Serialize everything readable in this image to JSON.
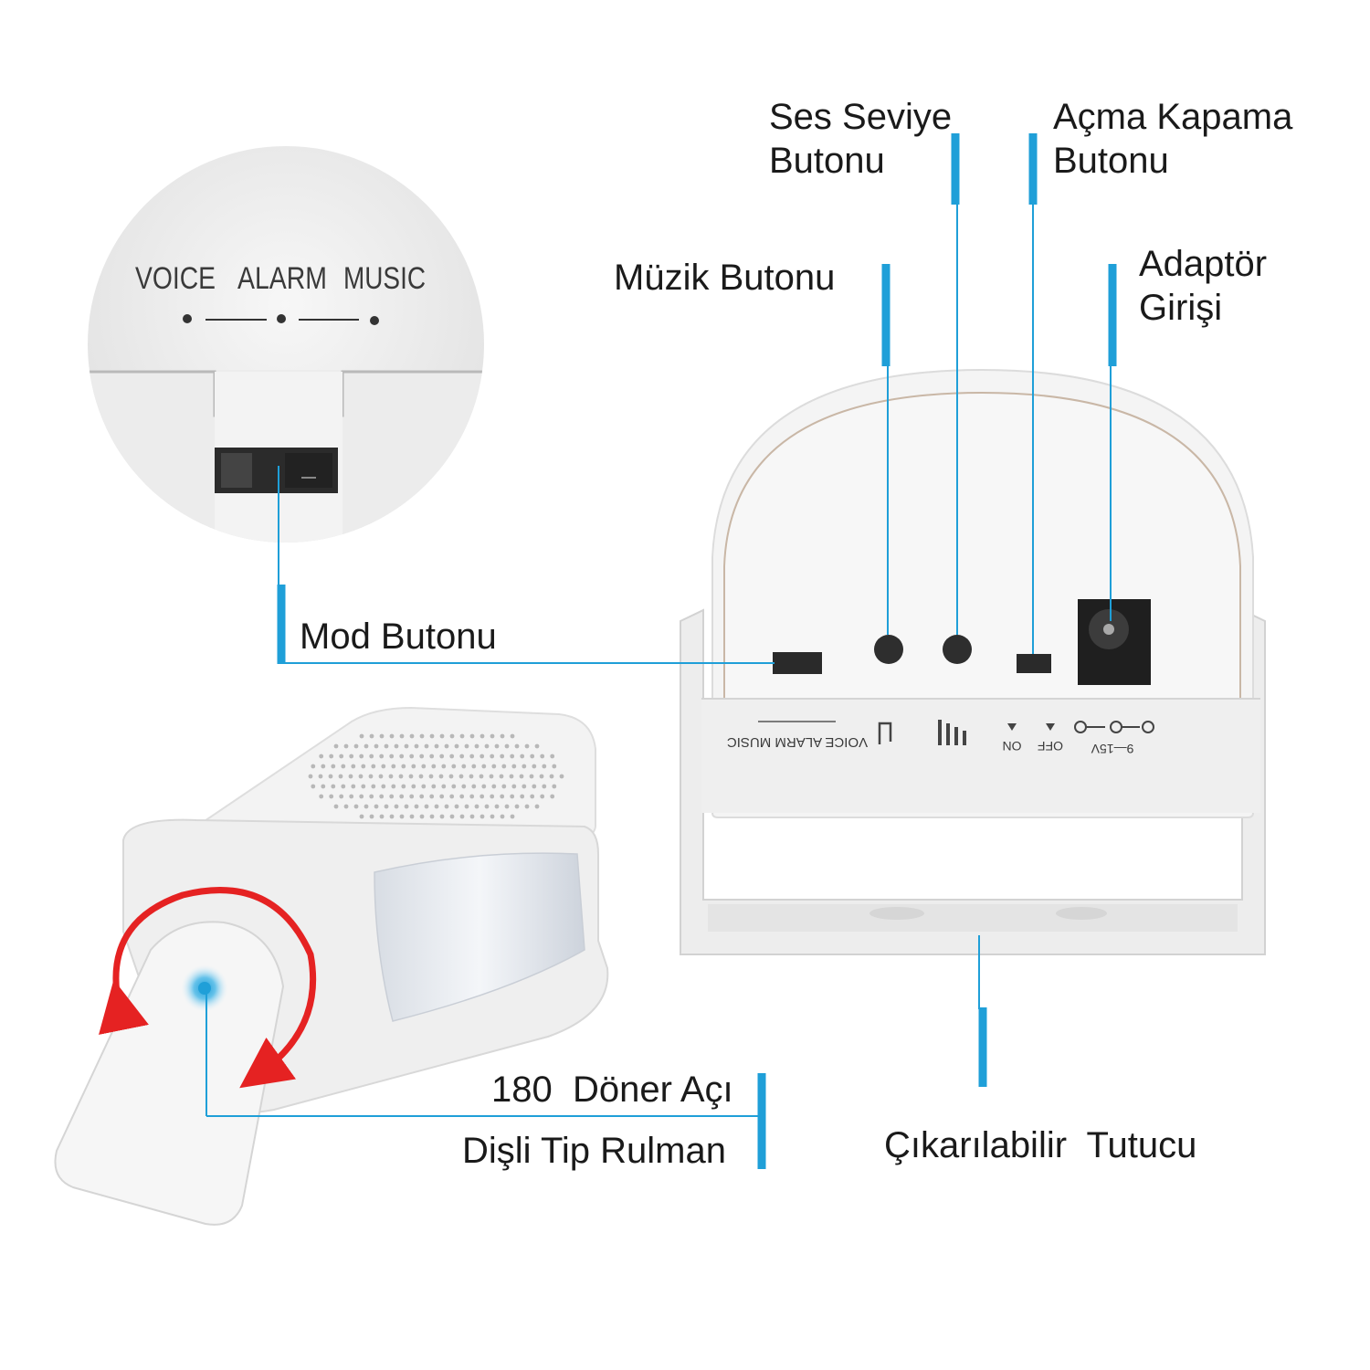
{
  "labels": {
    "ses_seviye": [
      "Ses Seviye",
      "Butonu"
    ],
    "acma_kapama": [
      "Açma Kapama",
      "Butonu"
    ],
    "muzik": "Müzik Butonu",
    "adaptor": [
      "Adaptör",
      "Girişi"
    ],
    "mod": "Mod Butonu",
    "doner_aci": "180  Döner Açı",
    "disli_tip": "Dişli Tip Rulman",
    "tutucu": "Çıkarılabilir  Tutucu"
  },
  "closeup": {
    "modes": [
      "VOICE",
      "ALARM",
      "MUSIC"
    ]
  },
  "device_back": {
    "mode_label": "VOICE  ALARM  MUSIC",
    "switch_on": "ON",
    "switch_off": "OFF",
    "voltage": "9—15V"
  },
  "colors": {
    "callout_line": "#1f9fd8",
    "rotation_arrow": "#e52222",
    "device_body": "#f2f2f2"
  },
  "icons": [
    "music-note-icon",
    "volume-bars-icon",
    "power-polarity-icon",
    "rotation-arrow-icon"
  ]
}
